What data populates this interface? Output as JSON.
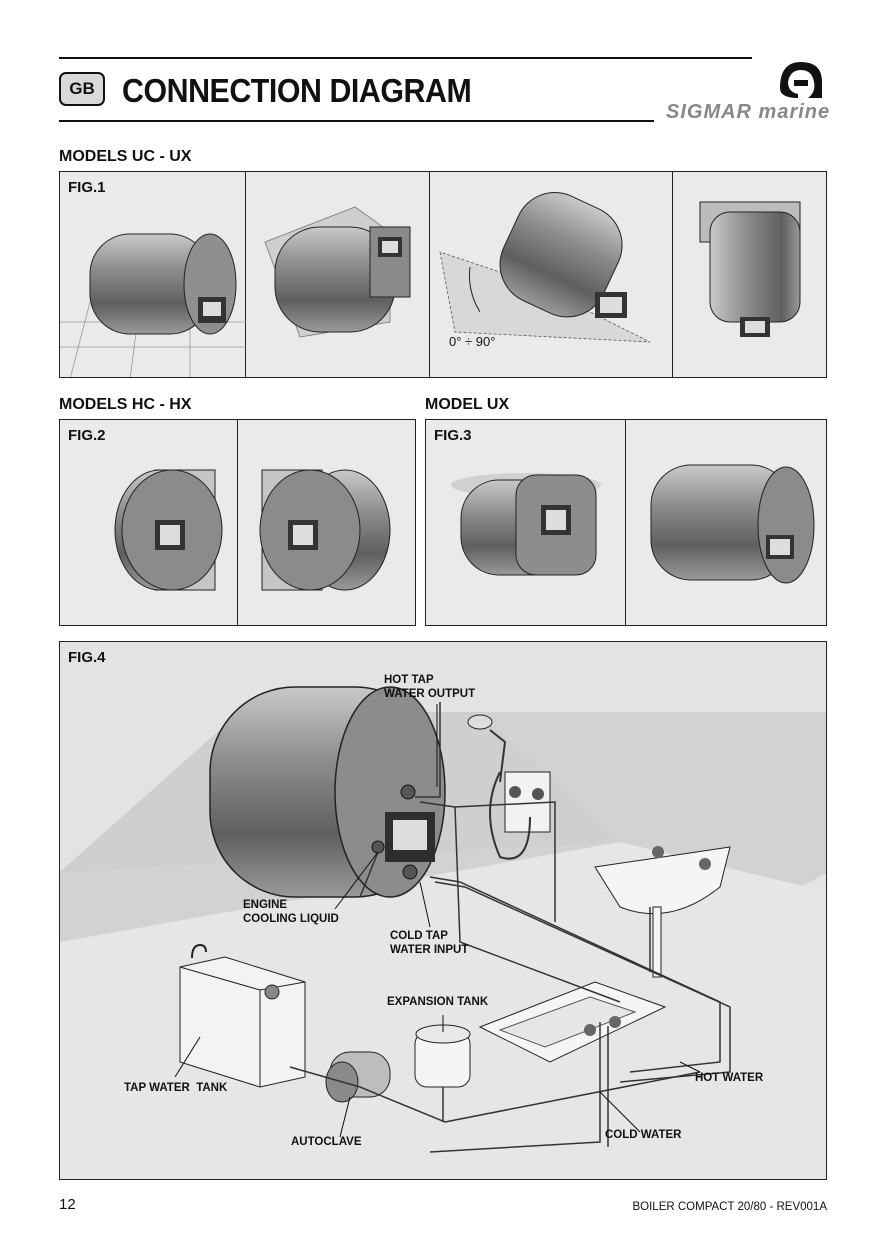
{
  "header": {
    "badge": "GB",
    "title": "CONNECTION DIAGRAM",
    "brand": "SIGMAR marine"
  },
  "sections": {
    "models_uc_ux": "MODELS UC - UX",
    "models_hc_hx": "MODELS HC - HX",
    "model_ux": "MODEL UX"
  },
  "figures": {
    "fig1": {
      "label": "FIG.1",
      "angle_text": "0° ÷ 90°"
    },
    "fig2": {
      "label": "FIG.2"
    },
    "fig3": {
      "label": "FIG.3"
    },
    "fig4": {
      "label": "FIG.4",
      "labels": {
        "hot_tap": "HOT TAP\nWATER OUTPUT",
        "engine": "ENGINE\nCOOLING LIQUID",
        "cold_tap": "COLD TAP\nWATER INPUT",
        "expansion_tank": "EXPANSION TANK",
        "tap_water_tank": "TAP WATER  TANK",
        "autoclave": "AUTOCLAVE",
        "hot_water": "HOT WATER",
        "cold_water": "COLD WATER"
      }
    }
  },
  "footer": {
    "page_number": "12",
    "doc_ref": "BOILER COMPACT 20/80 - REV001A"
  }
}
